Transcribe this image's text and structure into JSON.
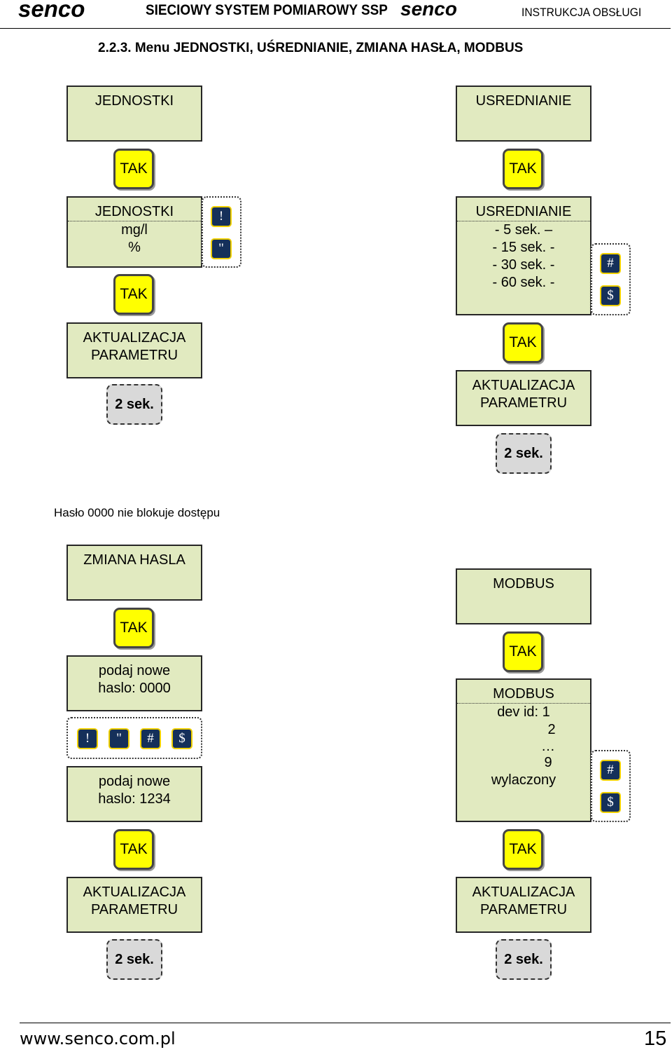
{
  "header": {
    "logo_left": "senco",
    "title_text": "SIECIOWY SYSTEM POMIAROWY SSP",
    "logo_mid": "senco",
    "right_text": "INSTRUKCJA OBSŁUGI"
  },
  "section_title": "2.2.3. Menu JEDNOSTKI, UŚREDNIANIE, ZMIANA HASŁA, MODBUS",
  "common": {
    "tak": "TAK",
    "sek": "2 sek.",
    "akt1": "AKTUALIZACJA",
    "akt2": "PARAMETRU"
  },
  "keys": {
    "up": "!",
    "down": "\"",
    "left": "#",
    "right": "$"
  },
  "jednostki": {
    "menu": "JEDNOSTKI",
    "sub_title": "JEDNOSTKI",
    "options": [
      "mg/l",
      "%"
    ]
  },
  "usrednianie": {
    "menu": "USREDNIANIE",
    "sub_title": "USREDNIANIE",
    "options": [
      "- 5 sek. –",
      "- 15 sek. -",
      "- 30 sek. -",
      "- 60 sek. -"
    ]
  },
  "note": "Hasło 0000 nie blokuje dostępu",
  "haslo": {
    "menu": "ZMIANA HASLA",
    "prompt1_l1": "podaj nowe",
    "prompt1_l2": "haslo: 0000",
    "prompt2_l1": "podaj nowe",
    "prompt2_l2": "haslo: 1234"
  },
  "modbus": {
    "menu": "MODBUS",
    "sub_title": "MODBUS",
    "lines": [
      "dev id: 1",
      "2",
      "…",
      "9",
      "wylaczony"
    ]
  },
  "footer": {
    "url": "www.senco.com.pl",
    "page": "15"
  }
}
